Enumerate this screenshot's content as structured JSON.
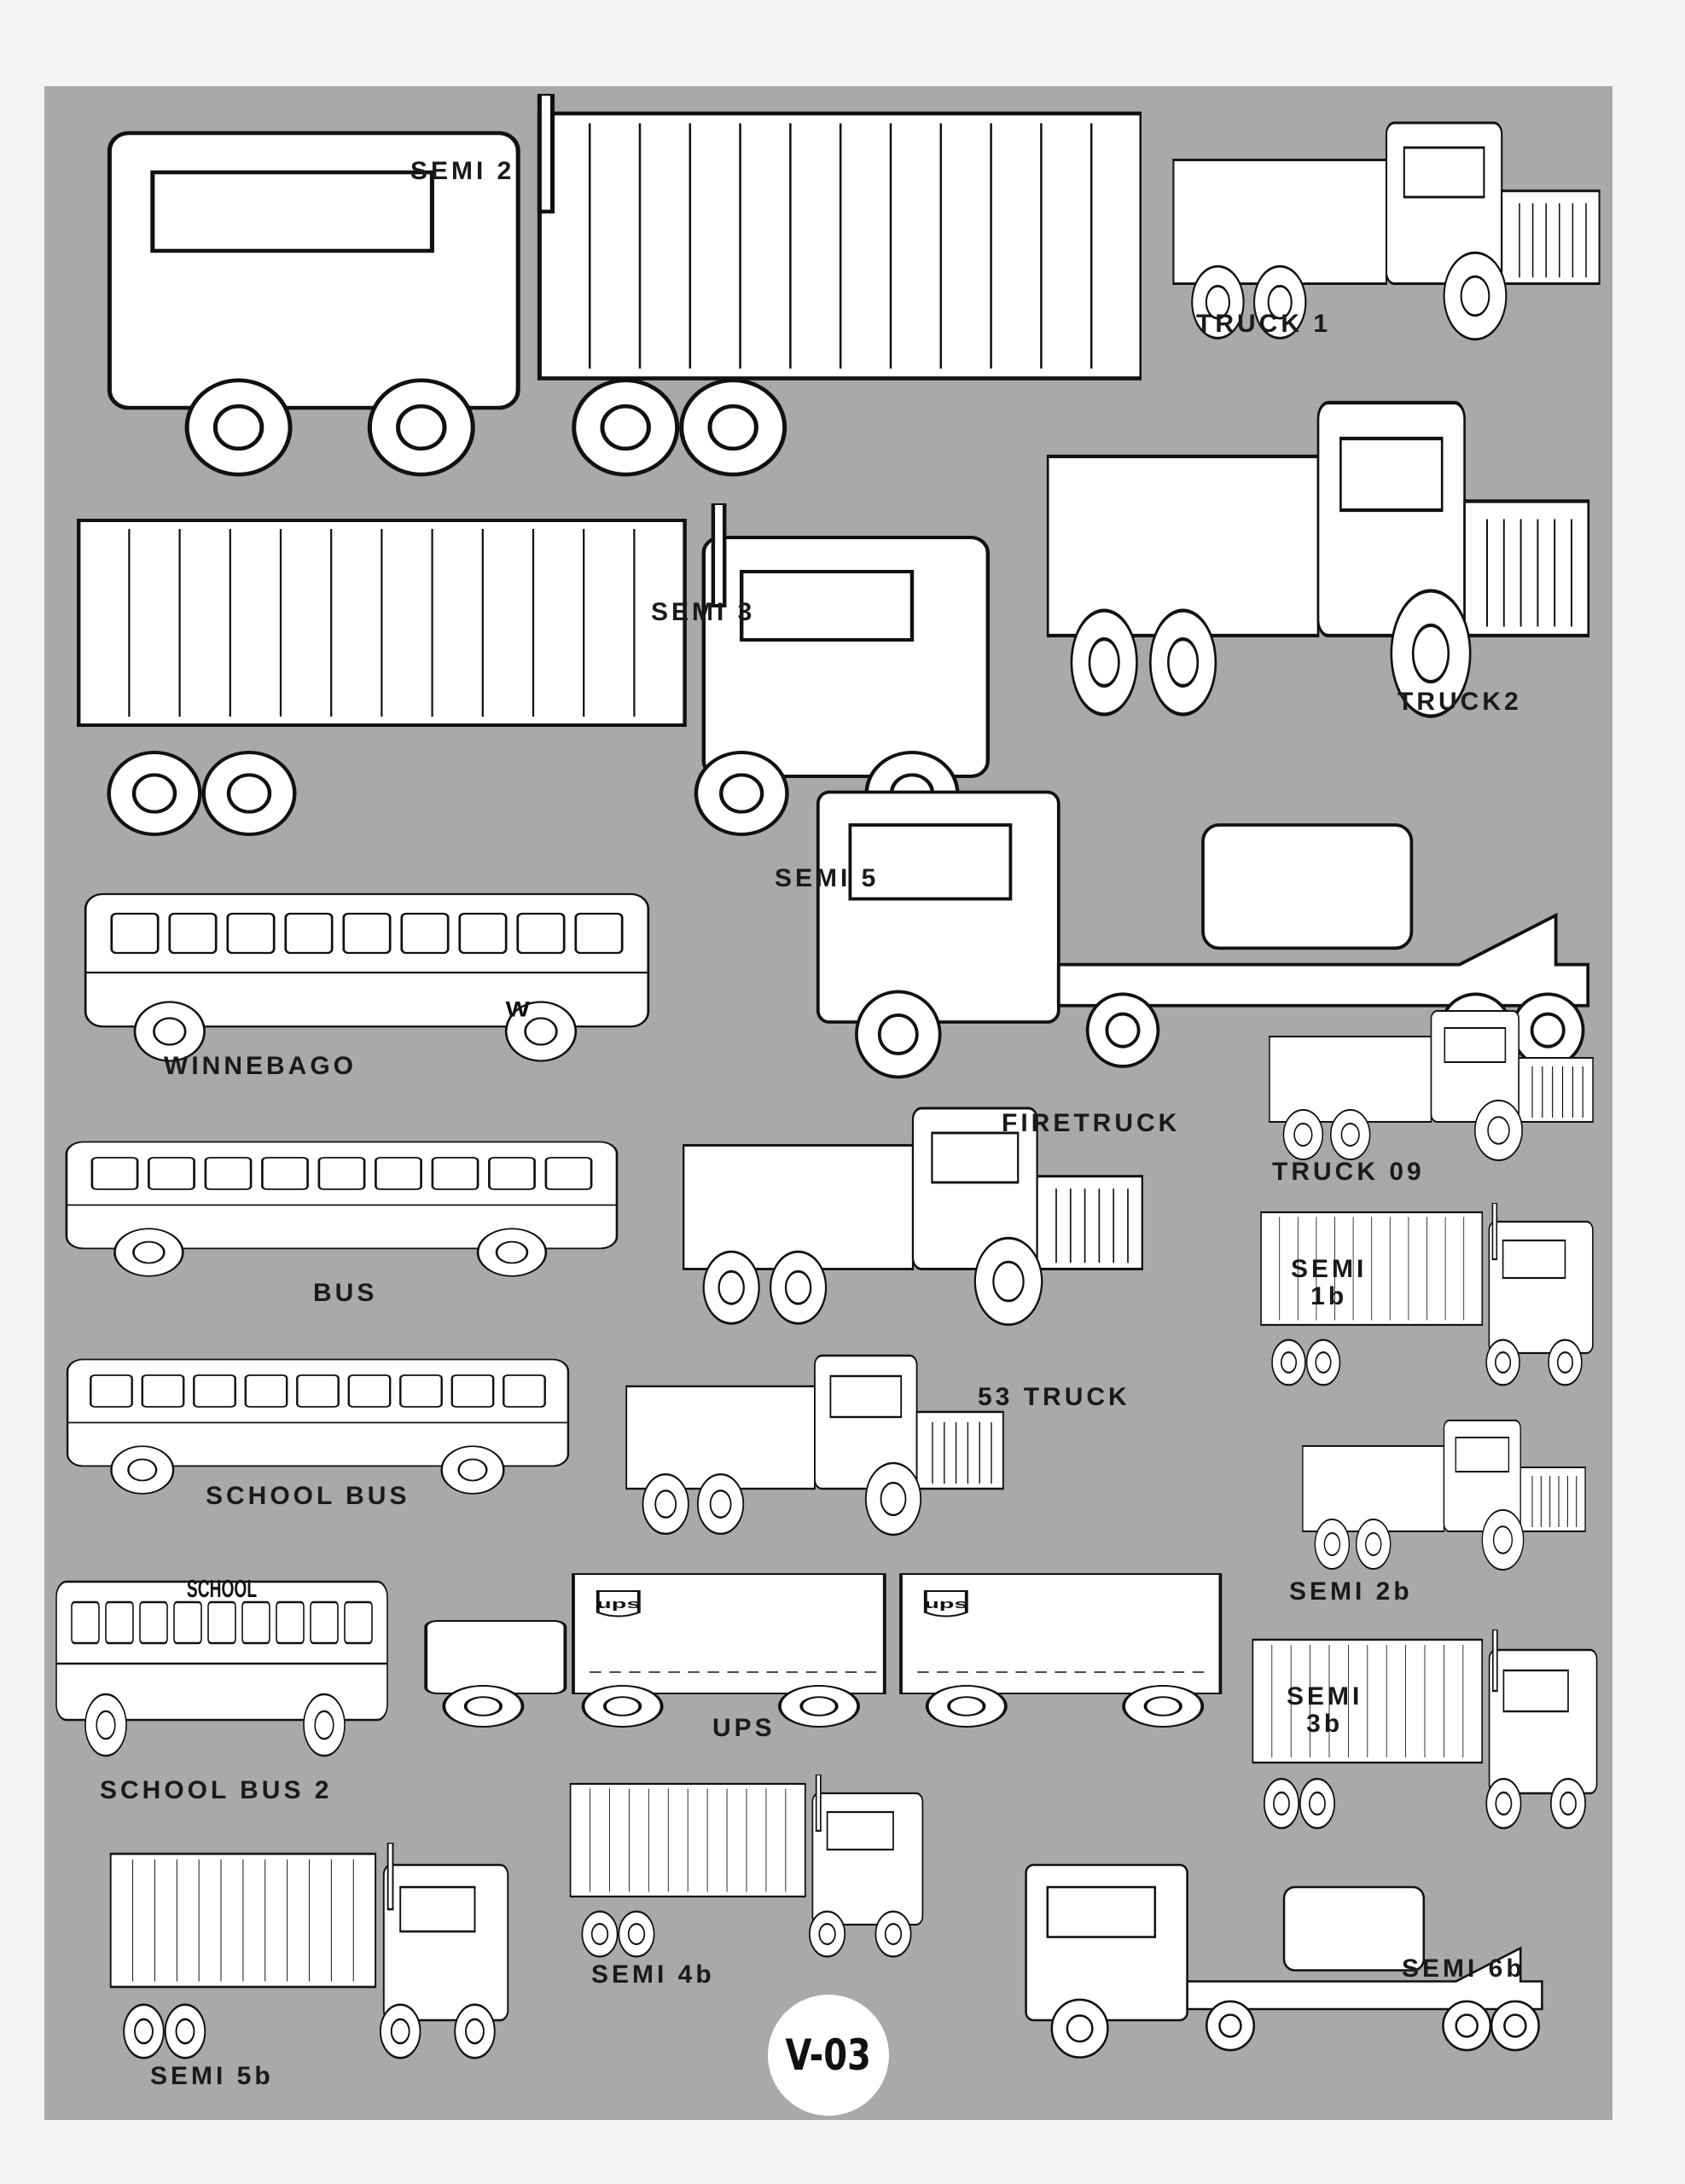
{
  "sheet_code": "V-03",
  "labels": {
    "semi_2": "SEMI 2",
    "truck_1": "TRUCK 1",
    "semi_3": "SEMI 3",
    "truck2": "TRUCK2",
    "semi_5": "SEMI 5",
    "winnebago": "WINNEBAGO",
    "firetruck": "FIRETRUCK",
    "truck_09": "TRUCK 09",
    "bus": "BUS",
    "semi_1b_line1": "SEMI",
    "semi_1b_line2": "1b",
    "truck_53": "53 TRUCK",
    "school_bus": "SCHOOL BUS",
    "semi_2b": "SEMI 2b",
    "ups": "UPS",
    "semi_3b_line1": "SEMI",
    "semi_3b_line2": "3b",
    "school_bus_2": "SCHOOL BUS 2",
    "semi_4b": "SEMI 4b",
    "semi_6b": "SEMI 6b",
    "semi_5b": "SEMI 5b"
  },
  "vehicle_text": {
    "school_sign": "SCHOOL",
    "ups_logo": "ups",
    "winnebago_logo": "W"
  }
}
